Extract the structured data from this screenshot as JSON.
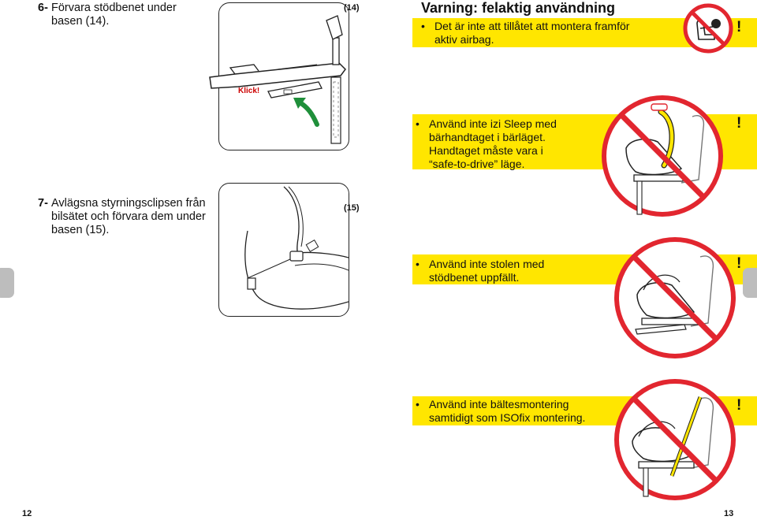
{
  "left_page": {
    "step6": {
      "number": "6-",
      "text": "Förvara stödbenet under basen (14)."
    },
    "figure14": {
      "label": "(14)",
      "click_label": "Klick!"
    },
    "step7": {
      "number": "7-",
      "text": "Avlägsna styrningsclipsen från bilsätet och förvara dem under basen (15)."
    },
    "figure15": {
      "label": "(15)"
    },
    "page_number": "12"
  },
  "right_page": {
    "warning_title": "Varning: felaktig användning",
    "warnings": [
      {
        "lines": [
          "Det är inte att tillåtet att montera framför",
          "aktiv airbag."
        ],
        "icon": "no-airbag-icon",
        "mark": "!"
      },
      {
        "lines": [
          "Använd inte izi Sleep med",
          "bärhandtaget i bärläget.",
          "Handtaget måste vara i",
          "“safe-to-drive” läge."
        ],
        "icon": "no-carry-handle-icon",
        "mark": "!"
      },
      {
        "lines": [
          "Använd inte stolen med",
          "stödbenet uppfällt."
        ],
        "icon": "no-folded-support-leg-icon",
        "mark": "!"
      },
      {
        "lines": [
          "Använd inte bältesmontering",
          "samtidigt som ISOfix montering."
        ],
        "icon": "no-belt-with-isofix-icon",
        "mark": "!"
      }
    ],
    "page_number": "13"
  },
  "colors": {
    "warning_yellow": "#ffe600",
    "prohibition_red": "#e2262f",
    "arrow_green": "#1f8f3a",
    "side_tab": "#bdbdbd"
  }
}
